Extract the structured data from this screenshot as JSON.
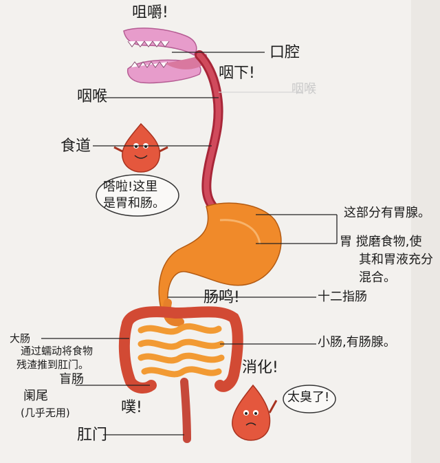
{
  "colors": {
    "paper": "#f3f1ee",
    "ink": "#1b1b1b",
    "tongue": "#e79ccb",
    "esophagus": "#c8354a",
    "stomach": "#f08a2a",
    "intestine_large": "#e05a42",
    "intestine_small": "#f29a33",
    "droplet": "#e4573d"
  },
  "labels": {
    "chew": "咀嚼!",
    "mouth": "口腔",
    "swallow": "咽下!",
    "pharynx": "咽喉",
    "pharynx_faint": "咽喉",
    "esophagus": "食道",
    "bubble_1": "嗒啦!这里",
    "bubble_2": "是胃和肠。",
    "gastric_gland": "这部分有胃腺。",
    "stomach_note_1": "胃  搅磨食物,使",
    "stomach_note_2": "其和胃液充分",
    "stomach_note_3": "混合。",
    "rumble": "肠鸣!",
    "duodenum": "十二指肠",
    "large_intestine": "大肠",
    "large_note_1": "通过蠕动将食物",
    "large_note_2": "残渣推到肛门。",
    "small_intestine": "小肠,有肠腺。",
    "cecum": "盲肠",
    "appendix": "阑尾",
    "appendix_note": "(几乎无用)",
    "digest": "消化!",
    "pop": "噗!",
    "smelly": "太臭了!",
    "anus": "肛门"
  }
}
